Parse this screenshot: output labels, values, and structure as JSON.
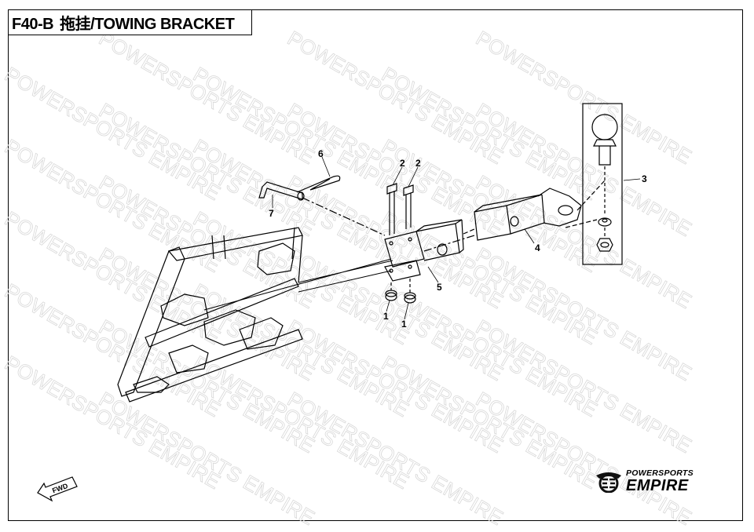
{
  "header": {
    "code": "F40-B",
    "title": "拖挂/TOWING BRACKET"
  },
  "watermark": "POWERSPORTS EMPIRE",
  "callouts": [
    {
      "id": "callout-1a",
      "label": "1"
    },
    {
      "id": "callout-1b",
      "label": "1"
    },
    {
      "id": "callout-2a",
      "label": "2"
    },
    {
      "id": "callout-2b",
      "label": "2"
    },
    {
      "id": "callout-3",
      "label": "3"
    },
    {
      "id": "callout-4",
      "label": "4"
    },
    {
      "id": "callout-5",
      "label": "5"
    },
    {
      "id": "callout-6",
      "label": "6"
    },
    {
      "id": "callout-7",
      "label": "7"
    }
  ],
  "direction_marker": "FWD",
  "logo": {
    "line1": "POWERSPORTS",
    "line2": "EMPIRE"
  }
}
